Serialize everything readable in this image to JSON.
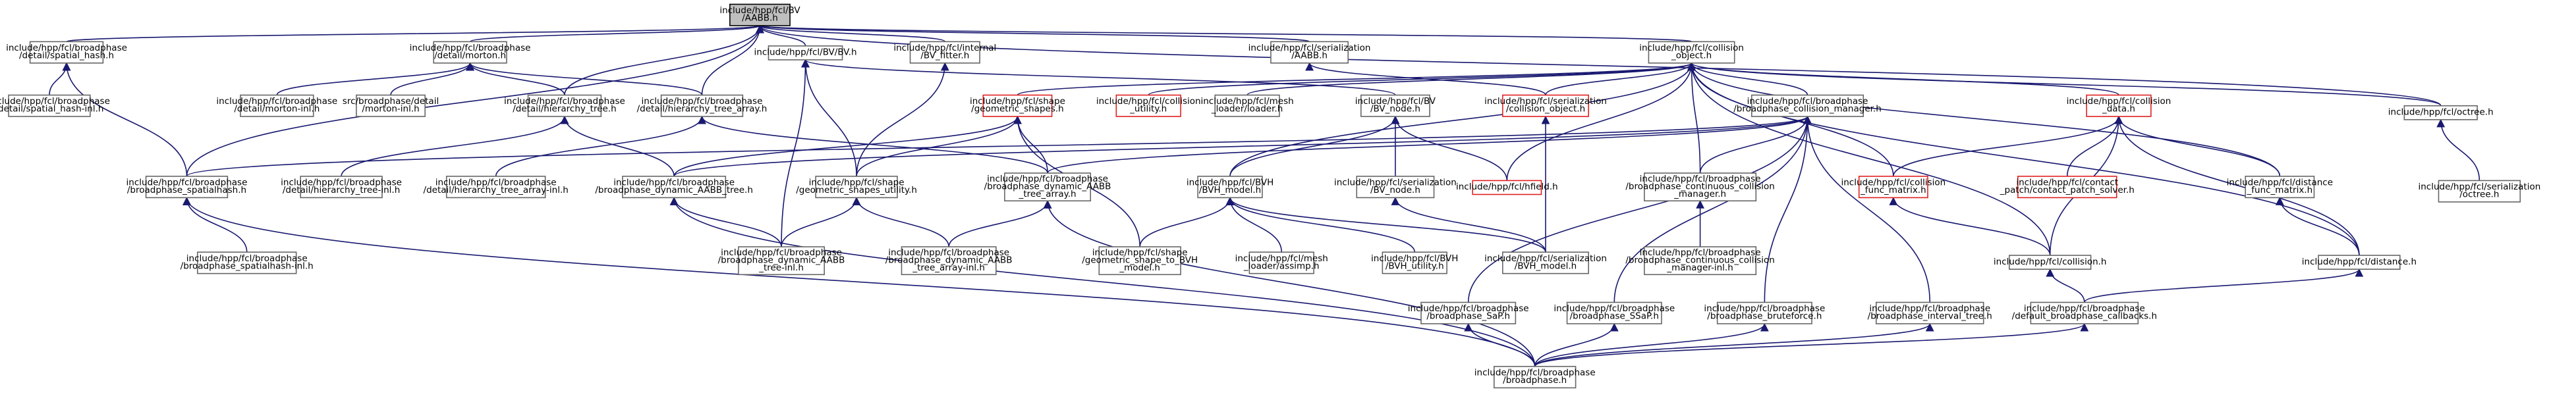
{
  "graph": {
    "colors": {
      "edge": "#191970",
      "node_border": "#666666",
      "root_fill": "#bfbfbf",
      "missing_border": "#e02020"
    },
    "nodes": [
      {
        "id": "root",
        "lines": [
          "include/hpp/fcl/BV",
          "/AABB.h"
        ],
        "style": "root"
      },
      {
        "id": "spatial_hash",
        "lines": [
          "include/hpp/fcl/broadphase",
          "/detail/spatial_hash.h"
        ]
      },
      {
        "id": "morton",
        "lines": [
          "include/hpp/fcl/broadphase",
          "/detail/morton.h"
        ]
      },
      {
        "id": "bvh_bv",
        "lines": [
          "include/hpp/fcl/BV/BV.h"
        ]
      },
      {
        "id": "obb_fitter",
        "lines": [
          "include/hpp/fcl/internal",
          "/BV_fitter.h"
        ]
      },
      {
        "id": "ser_aabb",
        "lines": [
          "include/hpp/fcl/serialization",
          "/AABB.h"
        ]
      },
      {
        "id": "collision_object",
        "lines": [
          "include/hpp/fcl/collision",
          "_object.h"
        ]
      },
      {
        "id": "octree",
        "lines": [
          "include/hpp/fcl/octree.h"
        ]
      },
      {
        "id": "spatial_hash_inl",
        "lines": [
          "include/hpp/fcl/broadphase",
          "/detail/spatial_hash-inl.h"
        ]
      },
      {
        "id": "morton_inl1",
        "lines": [
          "include/hpp/fcl/broadphase",
          "/detail/morton-inl.h"
        ]
      },
      {
        "id": "morton_inl2",
        "lines": [
          "src/broadphase/detail",
          "/morton-inl.h"
        ]
      },
      {
        "id": "hierarchy_tree",
        "lines": [
          "include/hpp/fcl/broadphase",
          "/detail/hierarchy_tree.h"
        ]
      },
      {
        "id": "hierarchy_tree_array",
        "lines": [
          "include/hpp/fcl/broadphase",
          "/detail/hierarchy_tree_array.h"
        ]
      },
      {
        "id": "geometric_shapes",
        "lines": [
          "include/hpp/fcl/shape",
          "/geometric_shapes.h"
        ],
        "style": "red"
      },
      {
        "id": "collision_utility",
        "lines": [
          "include/hpp/fcl/collision",
          "_utility.h"
        ],
        "style": "red"
      },
      {
        "id": "mesh_loader",
        "lines": [
          "include/hpp/fcl/mesh",
          "_loader/loader.h"
        ]
      },
      {
        "id": "bv_node",
        "lines": [
          "include/hpp/fcl/BV",
          "/BV_node.h"
        ]
      },
      {
        "id": "ser_collision_object",
        "lines": [
          "include/hpp/fcl/serialization",
          "/collision_object.h"
        ],
        "style": "red"
      },
      {
        "id": "broadphase_collision_manager",
        "lines": [
          "include/hpp/fcl/broadphase",
          "/broadphase_collision_manager.h"
        ]
      },
      {
        "id": "collision_data",
        "lines": [
          "include/hpp/fcl/collision",
          "_data.h"
        ],
        "style": "red"
      },
      {
        "id": "ser_octree",
        "lines": [
          "include/hpp/fcl/serialization",
          "/octree.h"
        ]
      },
      {
        "id": "spatialhash",
        "lines": [
          "include/hpp/fcl/broadphase",
          "/broadphase_spatialhash.h"
        ]
      },
      {
        "id": "hierarchy_tree_inl",
        "lines": [
          "include/hpp/fcl/broadphase",
          "/detail/hierarchy_tree-inl.h"
        ]
      },
      {
        "id": "hierarchy_tree_array_inl",
        "lines": [
          "include/hpp/fcl/broadphase",
          "/detail/hierarchy_tree_array-inl.h"
        ]
      },
      {
        "id": "dyn_aabb_tree",
        "lines": [
          "include/hpp/fcl/broadphase",
          "/broadphase_dynamic_AABB_tree.h"
        ]
      },
      {
        "id": "shapes_utility",
        "lines": [
          "include/hpp/fcl/shape",
          "/geometric_shapes_utility.h"
        ]
      },
      {
        "id": "dyn_aabb_tree_array",
        "lines": [
          "include/hpp/fcl/broadphase",
          "/broadphase_dynamic_AABB",
          "_tree_array.h"
        ]
      },
      {
        "id": "bvh_model",
        "lines": [
          "include/hpp/fcl/BVH",
          "/BVH_model.h"
        ]
      },
      {
        "id": "ser_bv_node",
        "lines": [
          "include/hpp/fcl/serialization",
          "/BV_node.h"
        ]
      },
      {
        "id": "hfield",
        "lines": [
          "include/hpp/fcl/hfield.h"
        ],
        "style": "red"
      },
      {
        "id": "continuous_manager",
        "lines": [
          "include/hpp/fcl/broadphase",
          "/broadphase_continuous_collision",
          "_manager.h"
        ]
      },
      {
        "id": "collision_func_matrix",
        "lines": [
          "include/hpp/fcl/collision",
          "_func_matrix.h"
        ],
        "style": "red"
      },
      {
        "id": "contact_patch_solver",
        "lines": [
          "include/hpp/fcl/contact",
          "_patch/contact_patch_solver.h"
        ],
        "style": "red"
      },
      {
        "id": "distance_func_matrix",
        "lines": [
          "include/hpp/fcl/distance",
          "_func_matrix.h"
        ]
      },
      {
        "id": "spatialhash_inl",
        "lines": [
          "include/hpp/fcl/broadphase",
          "/broadphase_spatialhash-inl.h"
        ]
      },
      {
        "id": "dyn_aabb_tree_inl",
        "lines": [
          "include/hpp/fcl/broadphase",
          "/broadphase_dynamic_AABB",
          "_tree-inl.h"
        ]
      },
      {
        "id": "dyn_aabb_tree_array_inl",
        "lines": [
          "include/hpp/fcl/broadphase",
          "/broadphase_dynamic_AABB",
          "_tree_array-inl.h"
        ]
      },
      {
        "id": "shape_to_bvh",
        "lines": [
          "include/hpp/fcl/shape",
          "/geometric_shape_to_BVH",
          "_model.h"
        ]
      },
      {
        "id": "assimp",
        "lines": [
          "include/hpp/fcl/mesh",
          "_loader/assimp.h"
        ]
      },
      {
        "id": "bvh_utility",
        "lines": [
          "include/hpp/fcl/BVH",
          "/BVH_utility.h"
        ]
      },
      {
        "id": "ser_bvh_model",
        "lines": [
          "include/hpp/fcl/serialization",
          "/BVH_model.h"
        ]
      },
      {
        "id": "continuous_manager_inl",
        "lines": [
          "include/hpp/fcl/broadphase",
          "/broadphase_continuous_collision",
          "_manager-inl.h"
        ]
      },
      {
        "id": "collision",
        "lines": [
          "include/hpp/fcl/collision.h"
        ]
      },
      {
        "id": "distance",
        "lines": [
          "include/hpp/fcl/distance.h"
        ]
      },
      {
        "id": "sap",
        "lines": [
          "include/hpp/fcl/broadphase",
          "/broadphase_SaP.h"
        ]
      },
      {
        "id": "ssap",
        "lines": [
          "include/hpp/fcl/broadphase",
          "/broadphase_SSaP.h"
        ]
      },
      {
        "id": "bruteforce",
        "lines": [
          "include/hpp/fcl/broadphase",
          "/broadphase_bruteforce.h"
        ]
      },
      {
        "id": "interval_tree",
        "lines": [
          "include/hpp/fcl/broadphase",
          "/broadphase_interval_tree.h"
        ]
      },
      {
        "id": "default_callbacks",
        "lines": [
          "include/hpp/fcl/broadphase",
          "/default_broadphase_callbacks.h"
        ]
      },
      {
        "id": "broadphase",
        "lines": [
          "include/hpp/fcl/broadphase",
          "/broadphase.h"
        ]
      }
    ],
    "edges": [
      [
        "spatial_hash",
        "root"
      ],
      [
        "morton",
        "root"
      ],
      [
        "bvh_bv",
        "root"
      ],
      [
        "obb_fitter",
        "root"
      ],
      [
        "ser_aabb",
        "root"
      ],
      [
        "collision_object",
        "root"
      ],
      [
        "octree",
        "root"
      ],
      [
        "hierarchy_tree",
        "root"
      ],
      [
        "hierarchy_tree_array",
        "root"
      ],
      [
        "spatialhash",
        "root"
      ],
      [
        "spatial_hash_inl",
        "spatial_hash"
      ],
      [
        "spatialhash",
        "spatial_hash"
      ],
      [
        "morton_inl1",
        "morton"
      ],
      [
        "morton_inl2",
        "morton"
      ],
      [
        "hierarchy_tree",
        "morton"
      ],
      [
        "hierarchy_tree_array",
        "morton"
      ],
      [
        "bv_node",
        "bvh_bv"
      ],
      [
        "shapes_utility",
        "bvh_bv"
      ],
      [
        "dyn_aabb_tree_inl",
        "bvh_bv"
      ],
      [
        "shapes_utility",
        "obb_fitter"
      ],
      [
        "ser_collision_object",
        "ser_aabb"
      ],
      [
        "geometric_shapes",
        "collision_object"
      ],
      [
        "collision_utility",
        "collision_object"
      ],
      [
        "mesh_loader",
        "collision_object"
      ],
      [
        "ser_collision_object",
        "collision_object"
      ],
      [
        "broadphase_collision_manager",
        "collision_object"
      ],
      [
        "collision_data",
        "collision_object"
      ],
      [
        "octree",
        "collision_object"
      ],
      [
        "bvh_model",
        "collision_object"
      ],
      [
        "hfield",
        "collision_object"
      ],
      [
        "continuous_manager",
        "collision_object"
      ],
      [
        "collision_func_matrix",
        "collision_object"
      ],
      [
        "distance_func_matrix",
        "collision_object"
      ],
      [
        "collision",
        "collision_object"
      ],
      [
        "distance",
        "collision_object"
      ],
      [
        "ser_octree",
        "octree"
      ],
      [
        "hierarchy_tree_inl",
        "hierarchy_tree"
      ],
      [
        "dyn_aabb_tree",
        "hierarchy_tree"
      ],
      [
        "hierarchy_tree_array_inl",
        "hierarchy_tree_array"
      ],
      [
        "dyn_aabb_tree_array",
        "hierarchy_tree_array"
      ],
      [
        "shapes_utility",
        "geometric_shapes"
      ],
      [
        "dyn_aabb_tree",
        "geometric_shapes"
      ],
      [
        "dyn_aabb_tree_array",
        "geometric_shapes"
      ],
      [
        "shape_to_bvh",
        "geometric_shapes"
      ],
      [
        "bvh_model",
        "bv_node"
      ],
      [
        "ser_bv_node",
        "bv_node"
      ],
      [
        "hfield",
        "bv_node"
      ],
      [
        "ser_bvh_model",
        "ser_collision_object"
      ],
      [
        "spatialhash",
        "broadphase_collision_manager"
      ],
      [
        "dyn_aabb_tree",
        "broadphase_collision_manager"
      ],
      [
        "dyn_aabb_tree_array",
        "broadphase_collision_manager"
      ],
      [
        "continuous_manager",
        "broadphase_collision_manager"
      ],
      [
        "sap",
        "broadphase_collision_manager"
      ],
      [
        "ssap",
        "broadphase_collision_manager"
      ],
      [
        "bruteforce",
        "broadphase_collision_manager"
      ],
      [
        "interval_tree",
        "broadphase_collision_manager"
      ],
      [
        "collision_func_matrix",
        "collision_data"
      ],
      [
        "contact_patch_solver",
        "collision_data"
      ],
      [
        "distance_func_matrix",
        "collision_data"
      ],
      [
        "collision",
        "collision_data"
      ],
      [
        "distance",
        "collision_data"
      ],
      [
        "spatialhash_inl",
        "spatialhash"
      ],
      [
        "broadphase",
        "spatialhash"
      ],
      [
        "dyn_aabb_tree_inl",
        "dyn_aabb_tree"
      ],
      [
        "broadphase",
        "dyn_aabb_tree"
      ],
      [
        "dyn_aabb_tree_inl",
        "shapes_utility"
      ],
      [
        "dyn_aabb_tree_array_inl",
        "shapes_utility"
      ],
      [
        "dyn_aabb_tree_array_inl",
        "dyn_aabb_tree_array"
      ],
      [
        "broadphase",
        "dyn_aabb_tree_array"
      ],
      [
        "shape_to_bvh",
        "bvh_model"
      ],
      [
        "assimp",
        "bvh_model"
      ],
      [
        "bvh_utility",
        "bvh_model"
      ],
      [
        "ser_bvh_model",
        "bvh_model"
      ],
      [
        "ser_bvh_model",
        "ser_bv_node"
      ],
      [
        "continuous_manager_inl",
        "continuous_manager"
      ],
      [
        "collision",
        "collision_func_matrix"
      ],
      [
        "distance",
        "distance_func_matrix"
      ],
      [
        "default_callbacks",
        "collision"
      ],
      [
        "default_callbacks",
        "distance"
      ],
      [
        "broadphase",
        "sap"
      ],
      [
        "broadphase",
        "ssap"
      ],
      [
        "broadphase",
        "bruteforce"
      ],
      [
        "broadphase",
        "interval_tree"
      ],
      [
        "broadphase",
        "default_callbacks"
      ]
    ]
  }
}
